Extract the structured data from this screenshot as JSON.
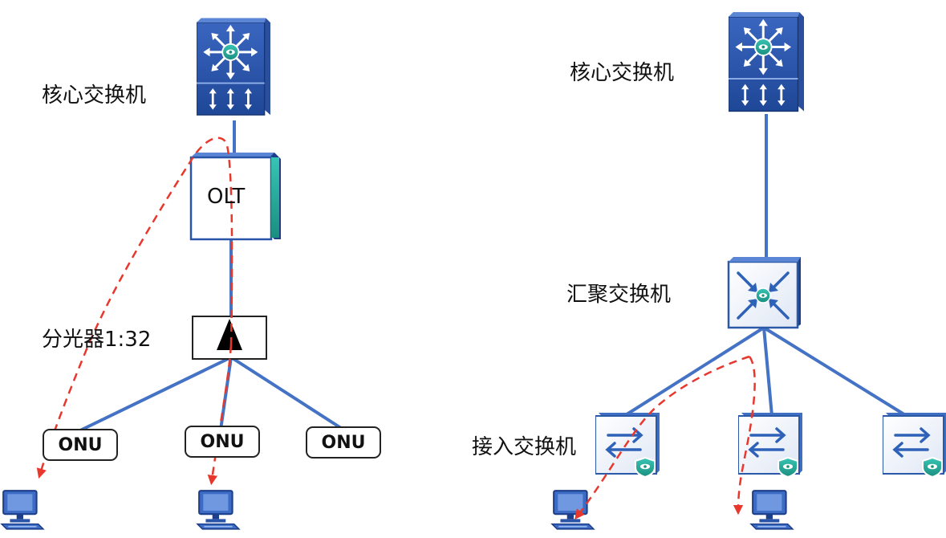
{
  "left": {
    "core_label": "核心交换机",
    "olt_label": "OLT",
    "splitter_label": "分光器1:32",
    "onu_labels": [
      "ONU",
      "ONU",
      "ONU"
    ]
  },
  "right": {
    "core_label": "核心交换机",
    "aggregation_label": "汇聚交换机",
    "access_label": "接入交换机"
  },
  "colors": {
    "switch_blue": "#2a54a8",
    "switch_dark": "#1a3d8a",
    "link_blue": "#4472c4",
    "path_red": "#e8382e",
    "shield_teal": "#17998f"
  }
}
